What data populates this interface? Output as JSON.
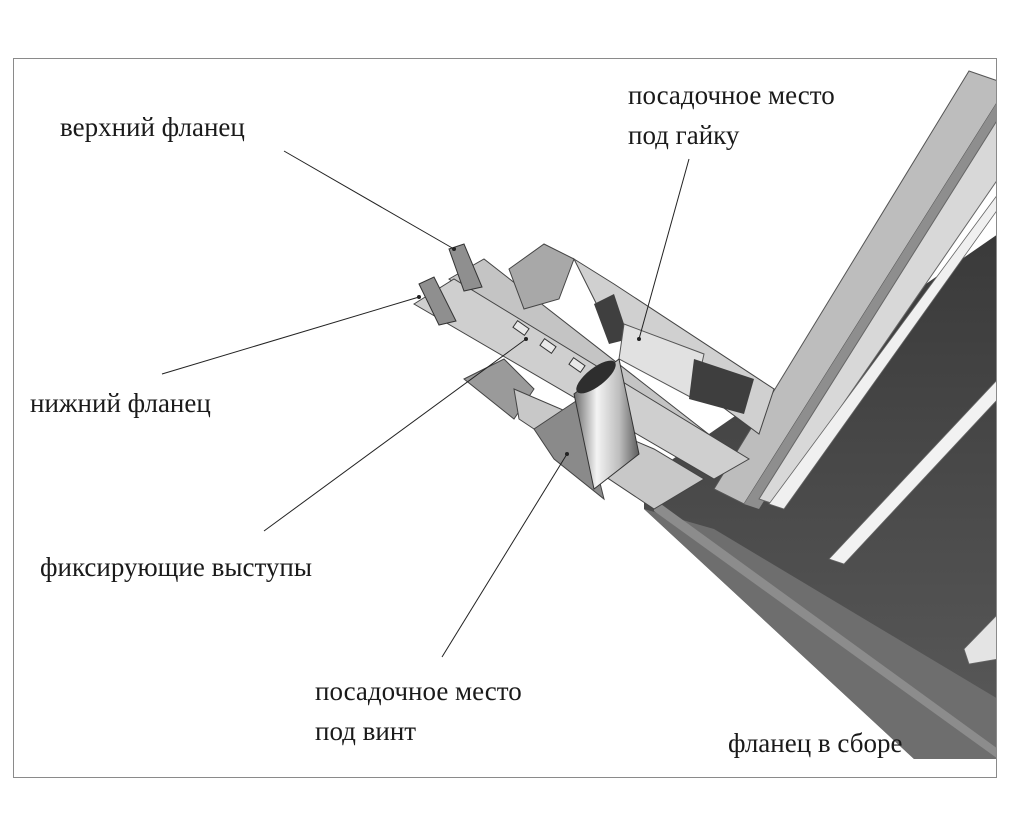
{
  "labels": {
    "upper_flange": "верхний фланец",
    "nut_seat_line1": "посадочное место",
    "nut_seat_line2": "под гайку",
    "lower_flange": "нижний фланец",
    "locating_lugs": "фиксирующие выступы",
    "screw_seat_line1": "посадочное место",
    "screw_seat_line2": "под винт",
    "assembled_flange": "фланец в сборе"
  },
  "colors": {
    "dark_steel": "#4a4a4a",
    "mid_steel": "#9a9a9a",
    "light_steel": "#c8c8c8",
    "face_steel": "#d9d9d9",
    "line": "#222222"
  }
}
